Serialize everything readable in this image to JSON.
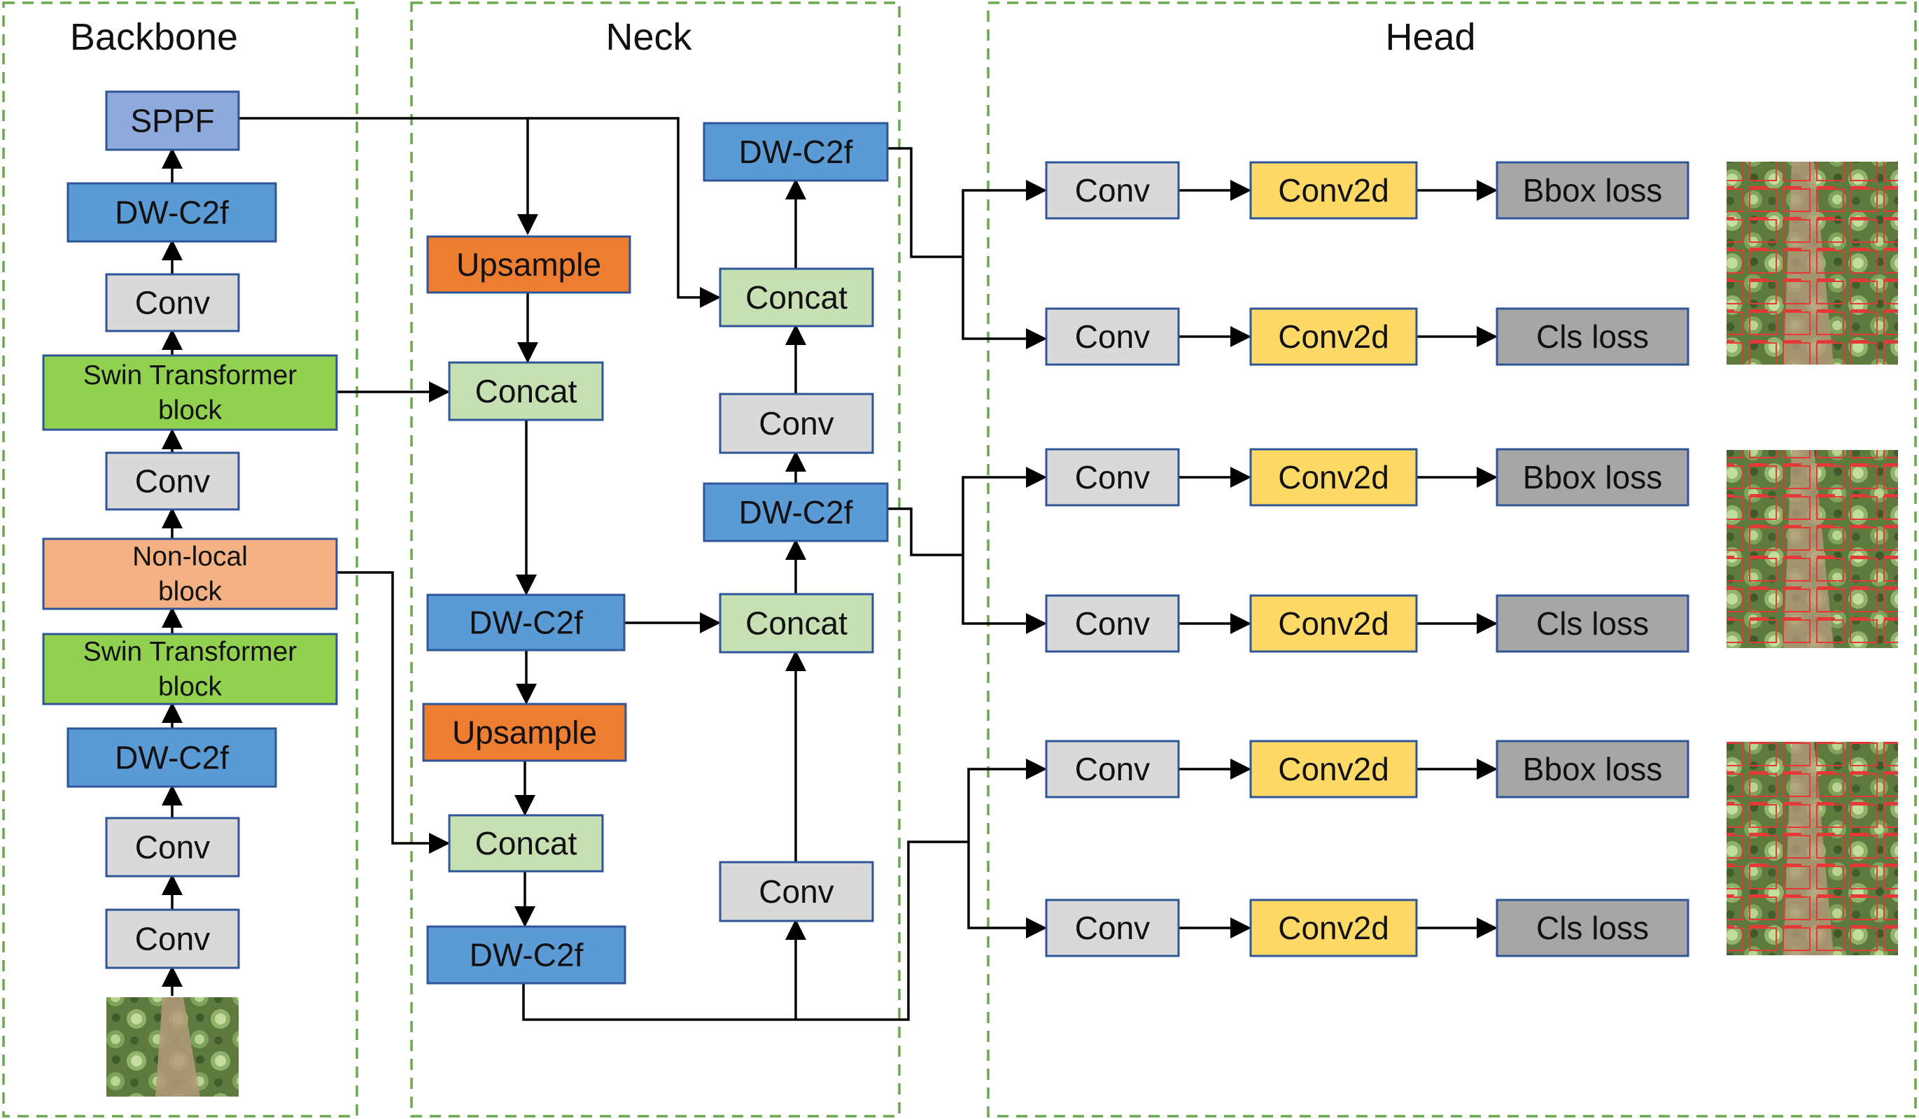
{
  "sections": {
    "backbone": "Backbone",
    "neck": "Neck",
    "head": "Head"
  },
  "colors": {
    "conv": "#d9d9d9",
    "dw_c2f": "#5b9bd5",
    "sppf": "#8ea9db",
    "swin": "#92d050",
    "nonlocal": "#f4b183",
    "upsample": "#ed7d31",
    "concat": "#c6e0b4",
    "conv2d": "#ffd966",
    "loss": "#a6a6a6",
    "border": "#2f5597",
    "frame": "#6aa84f"
  },
  "backbone": {
    "sppf": "SPPF",
    "dw_c2f_top": "DW-C2f",
    "conv_top": "Conv",
    "swin_top": "Swin Transformer\nblock",
    "conv_mid": "Conv",
    "nonlocal": "Non-local\nblock",
    "swin_bottom": "Swin Transformer\nblock",
    "dw_c2f_bottom": "DW-C2f",
    "conv_lower": "Conv",
    "conv_bottom": "Conv"
  },
  "neck": {
    "upsample_top": "Upsample",
    "concat_top": "Concat",
    "dw_c2f_mid": "DW-C2f",
    "upsample_bottom": "Upsample",
    "concat_bottom": "Concat",
    "dw_c2f_bottom": "DW-C2f",
    "dw_c2f_right_top": "DW-C2f",
    "concat_right_top": "Concat",
    "conv_right_top": "Conv",
    "dw_c2f_right_mid": "DW-C2f",
    "concat_right_mid": "Concat",
    "conv_right_bottom": "Conv"
  },
  "head": {
    "rows": [
      {
        "conv": "Conv",
        "conv2d": "Conv2d",
        "loss": "Bbox loss"
      },
      {
        "conv": "Conv",
        "conv2d": "Conv2d",
        "loss": "Cls loss"
      },
      {
        "conv": "Conv",
        "conv2d": "Conv2d",
        "loss": "Bbox loss"
      },
      {
        "conv": "Conv",
        "conv2d": "Conv2d",
        "loss": "Cls loss"
      },
      {
        "conv": "Conv",
        "conv2d": "Conv2d",
        "loss": "Bbox loss"
      },
      {
        "conv": "Conv",
        "conv2d": "Conv2d",
        "loss": "Cls loss"
      }
    ]
  }
}
